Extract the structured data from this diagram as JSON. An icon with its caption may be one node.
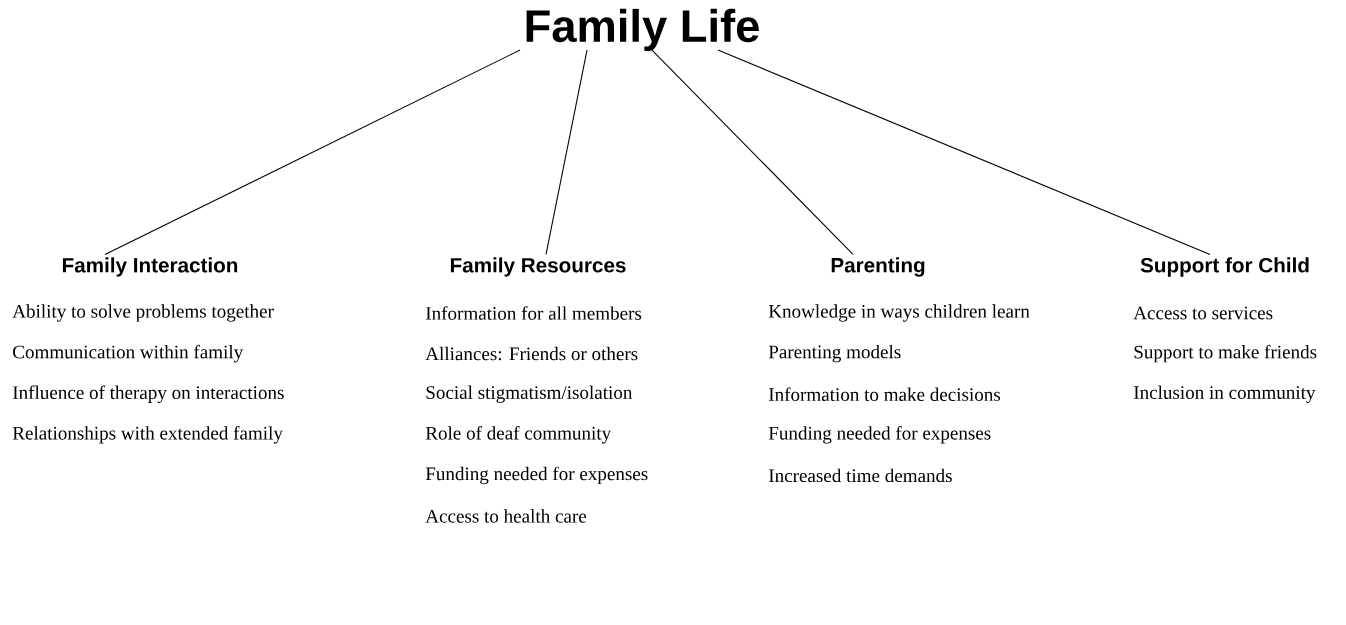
{
  "diagram": {
    "nodes": [
      {
        "text": [
          "Family Life"
        ]
      },
      {
        "text": [
          "Family Interaction"
        ],
        "beside": [
          "Ability to solve problems together",
          "Communication within family",
          "Influence of therapy on interactions",
          "Relationships with extended family"
        ]
      },
      {
        "text": [
          "Family Resources"
        ],
        "beside": [
          "Information for all members",
          "Alliances: Friends or others",
          "Social stigmatism/isolation",
          "Role of deaf community",
          "Funding needed for expenses",
          "Access to health care"
        ]
      },
      {
        "text": [
          "Parenting"
        ],
        "beside": [
          "Knowledge in ways children learn",
          "Parenting models",
          "Information to make decisions",
          "Funding needed for expenses",
          "Increased time demands"
        ]
      },
      {
        "text": [
          "Support for Child"
        ],
        "beside": [
          "Access to services",
          "Support to make friends",
          "Inclusion in community"
        ]
      }
    ],
    "edges": [
      {
        "from": 0,
        "to": 1,
        "arrow": "none"
      },
      {
        "from": 0,
        "to": 2,
        "arrow": "none"
      },
      {
        "from": 0,
        "to": 3,
        "arrow": "none"
      },
      {
        "from": 0,
        "to": 4,
        "arrow": "none"
      }
    ]
  }
}
